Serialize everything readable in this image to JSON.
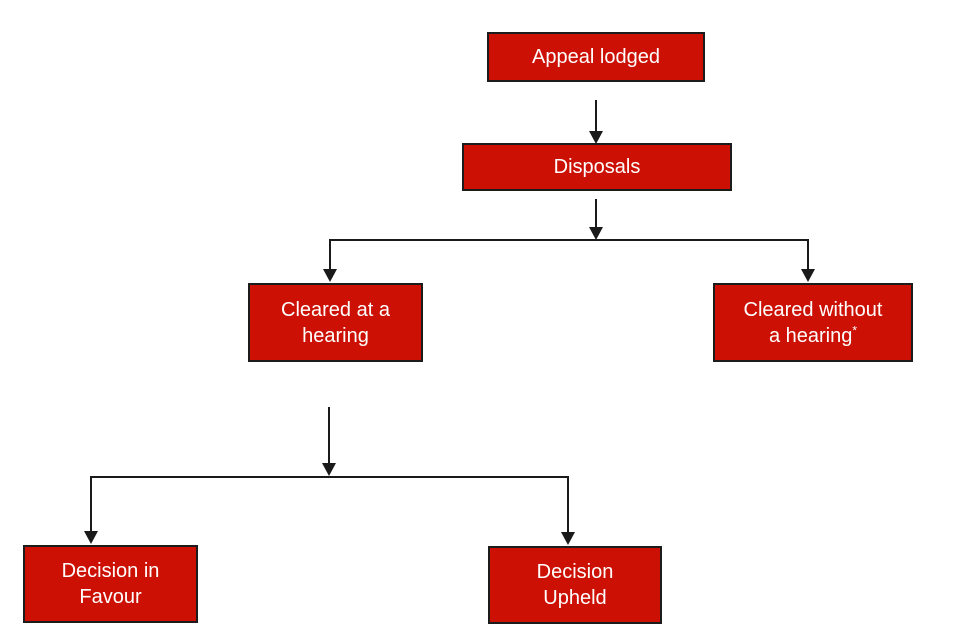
{
  "diagram": {
    "type": "flowchart",
    "node_fill": "#cc1104",
    "node_border": "#1c1c1c",
    "node_text_color": "#ffffff",
    "connector_color": "#1a1a1a",
    "nodes": [
      {
        "id": "appeal-lodged",
        "lines": [
          "Appeal lodged"
        ]
      },
      {
        "id": "disposals",
        "lines": [
          "Disposals"
        ]
      },
      {
        "id": "cleared-at-hearing",
        "lines": [
          "Cleared at a",
          "hearing"
        ]
      },
      {
        "id": "cleared-without-hearing",
        "lines": [
          "Cleared without",
          "a hearing"
        ],
        "superscript": "*"
      },
      {
        "id": "decision-in-favour",
        "lines": [
          "Decision in",
          "Favour"
        ]
      },
      {
        "id": "decision-upheld",
        "lines": [
          "Decision",
          "Upheld"
        ]
      }
    ],
    "edges": [
      {
        "from": "appeal-lodged",
        "to": "disposals"
      },
      {
        "from": "disposals",
        "to": "cleared-at-hearing"
      },
      {
        "from": "disposals",
        "to": "cleared-without-hearing"
      },
      {
        "from": "cleared-at-hearing",
        "to": "decision-in-favour"
      },
      {
        "from": "cleared-at-hearing",
        "to": "decision-upheld"
      }
    ]
  }
}
